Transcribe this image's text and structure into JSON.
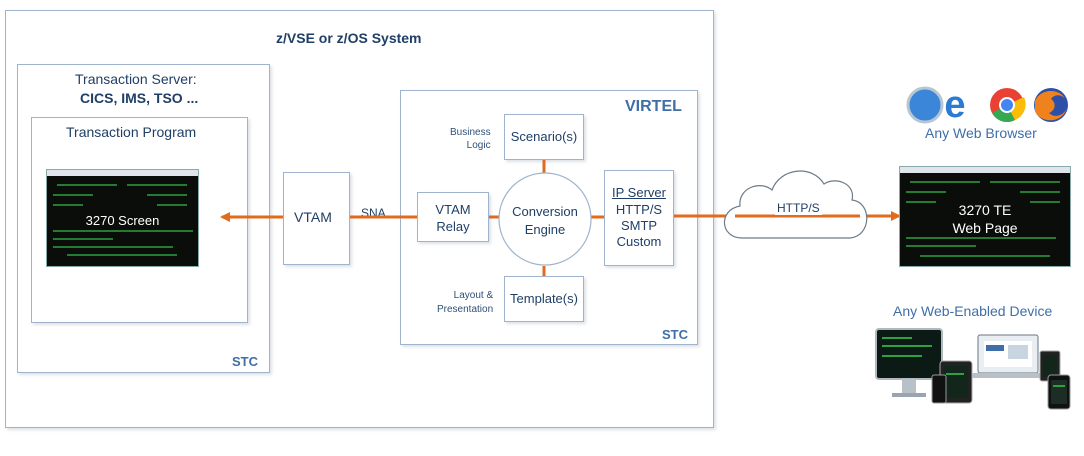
{
  "system": {
    "title": "z/VSE or z/OS System"
  },
  "transaction_server": {
    "title_line1": "Transaction Server:",
    "title_line2": "CICS, IMS, TSO ...",
    "stc": "STC"
  },
  "transaction_program": {
    "title": "Transaction Program",
    "screen_label": "3270 Screen"
  },
  "vtam": {
    "label": "VTAM"
  },
  "sna": {
    "label": "SNA"
  },
  "virtel": {
    "title": "VIRTEL",
    "stc": "STC",
    "business_logic": "Business\nLogic",
    "scenario": "Scenario(s)",
    "vtam_relay": "VTAM\nRelay",
    "conversion_engine": "Conversion\nEngine",
    "ip_server_title": "IP Server",
    "ip_server_lines": "HTTP/S\nSMTP\nCustom",
    "layout_presentation": "Layout &\nPresentation",
    "template": "Template(s)"
  },
  "cloud": {
    "label": "HTTP/S"
  },
  "browser": {
    "label": "Any Web Browser",
    "icons": [
      "safari-icon",
      "edge-icon",
      "chrome-icon",
      "firefox-icon"
    ]
  },
  "te_screen": {
    "label": "3270 TE\nWeb Page"
  },
  "devices": {
    "label": "Any Web-Enabled Device"
  },
  "colors": {
    "arrow": "#e06a1e",
    "box_border": "#9fb4cc",
    "text": "#1f3f66",
    "accent_text": "#3f6ea8"
  }
}
